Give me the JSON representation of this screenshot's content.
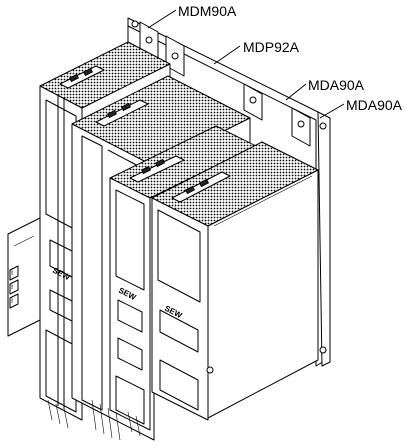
{
  "labels": {
    "module_1": "MDM90A",
    "module_2": "MDP92A",
    "module_3": "MDA90A",
    "module_4": "MDA90A"
  },
  "brand_marks": [
    "SEW",
    "SEW",
    "SEW"
  ],
  "colors": {
    "line": "#000000",
    "background": "#ffffff",
    "mesh": "#000000"
  }
}
